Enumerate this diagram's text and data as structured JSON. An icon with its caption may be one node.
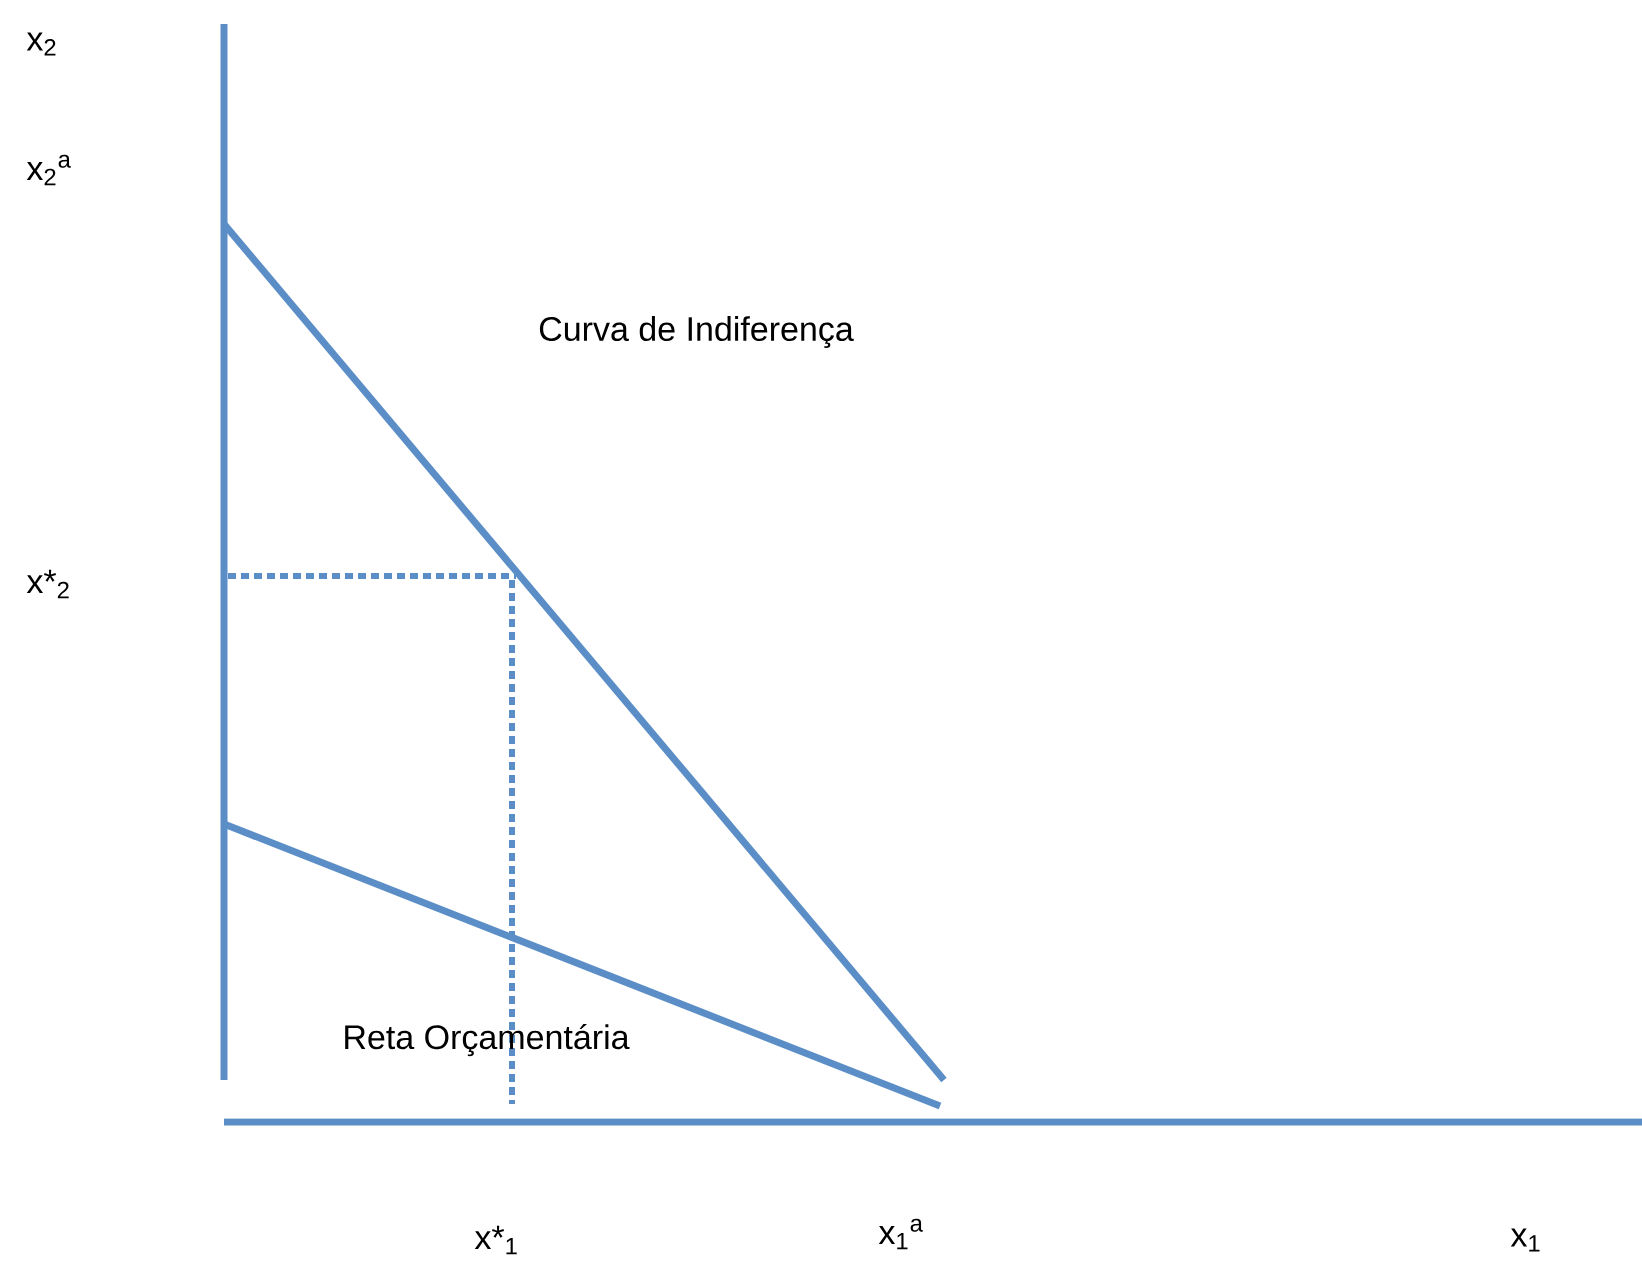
{
  "diagram": {
    "labels": [
      "x$_{2}$",
      "x$_{2}$$^{a}$",
      "Curva de Indiferença",
      "x*$_{2}$",
      "Reta Orçamentária",
      "x*$_{1}$",
      "x$_{1}$$^{a}$",
      "x$_{1}$"
    ]
  }
}
